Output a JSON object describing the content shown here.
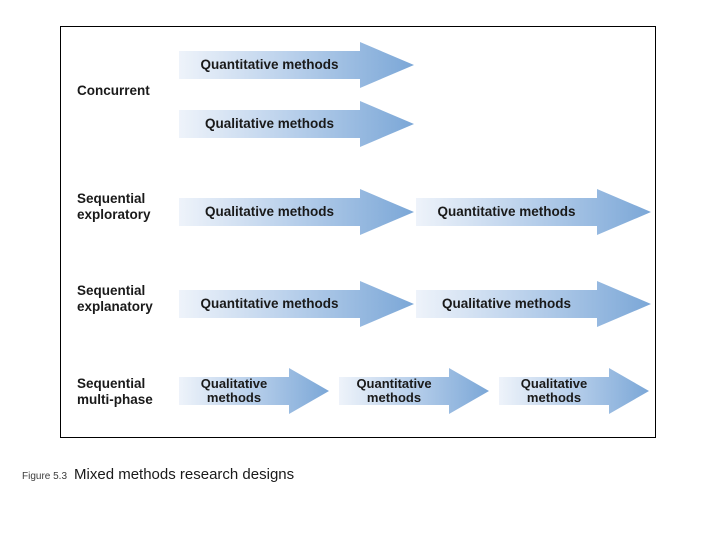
{
  "figure": {
    "number": "Figure 5.3",
    "title": "Mixed methods research designs"
  },
  "colors": {
    "arrow_light": "#eef3fa",
    "arrow_mid": "#a9c4e4",
    "arrow_dark": "#7ba7d7",
    "arrow_edge": "#6f9fd0",
    "frame": "#000000",
    "text": "#1a1a1a"
  },
  "diagram": {
    "rows": [
      {
        "label": "Concurrent",
        "arrows": [
          {
            "text": "Quantitative methods"
          },
          {
            "text": "Qualitative methods"
          }
        ]
      },
      {
        "label": "Sequential\nexploratory",
        "arrows": [
          {
            "text": "Qualitative methods"
          },
          {
            "text": "Quantitative methods"
          }
        ]
      },
      {
        "label": "Sequential\nexplanatory",
        "arrows": [
          {
            "text": "Quantitative methods"
          },
          {
            "text": "Qualitative methods"
          }
        ]
      },
      {
        "label": "Sequential\nmulti-phase",
        "arrows": [
          {
            "text": "Qualitative\nmethods"
          },
          {
            "text": "Quantitative\nmethods"
          },
          {
            "text": "Qualitative\nmethods"
          }
        ]
      }
    ]
  }
}
